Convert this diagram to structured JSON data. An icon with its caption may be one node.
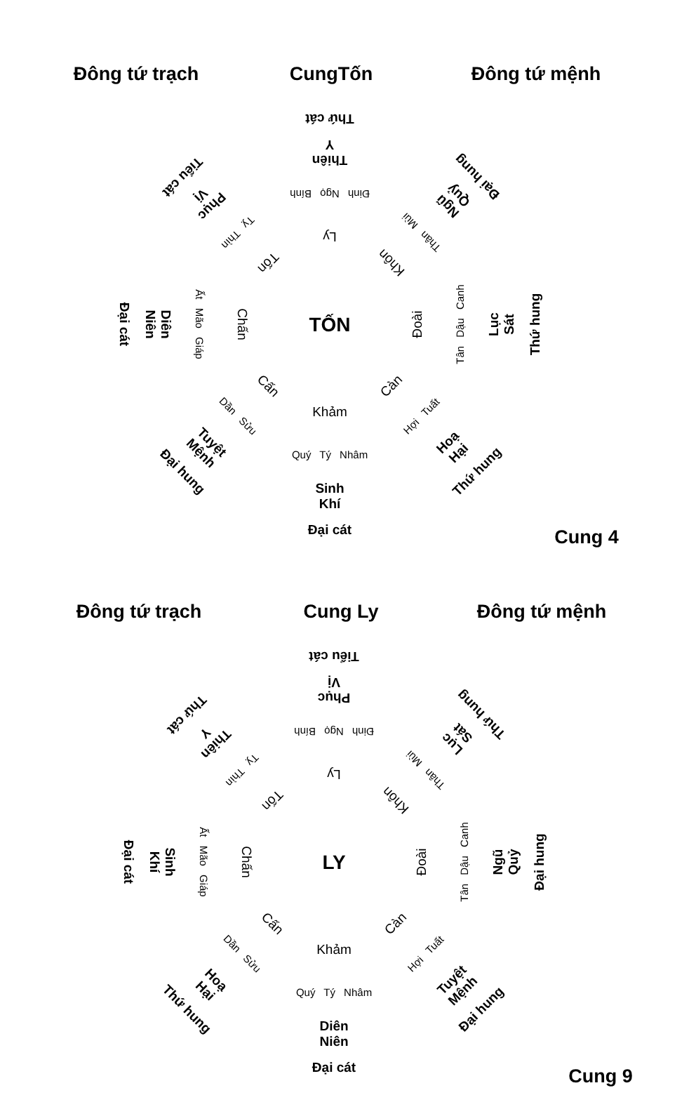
{
  "diagram": {
    "labels": [
      "Đông tứ trạch",
      "CungTốn",
      "Đông tứ mệnh",
      "Ly",
      "Đinh Ngọ Bính",
      "Thiên Y",
      "Thứ cát",
      "Khôn",
      "Thân Mùi",
      "Ngũ Quỷ",
      "Đại hung",
      "Đoài",
      "Tân Dậu Canh",
      "Lục Sát",
      "Thứ hung",
      "Càn",
      "Hợi Tuất",
      "Hoạ Hại",
      "Thứ hung",
      "Khảm",
      "Quý Tý Nhâm",
      "Sinh Khí",
      "Đại cát",
      "Cấn",
      "Dần Sửu",
      "Tuyệt Mệnh",
      "Đại hung",
      "Chấn",
      "Ất Mão Giáp",
      "Diên Niên",
      "Đại cát",
      "Tốn",
      "Tỵ Thìn",
      "Phục Vị",
      "Tiểu cát",
      "TỐN",
      "Cung 4",
      "Đông tứ trạch",
      "Cung Ly",
      "Đông tứ mệnh",
      "Ly",
      "Đinh Ngọ Bính",
      "Phục Vị",
      "Tiểu cát",
      "Khôn",
      "Thân Mùi",
      "Lục Sát",
      "Thứ hung",
      "Đoài",
      "Tân Dậu Canh",
      "Ngũ Quỷ",
      "Đại hung",
      "Càn",
      "Hợi Tuất",
      "Tuyệt Mệnh",
      "Đại hung",
      "Khảm",
      "Quý Tý Nhâm",
      "Diên Niên",
      "Đại cát",
      "Cấn",
      "Dần Sửu",
      "Hoạ Hại",
      "Thứ hung",
      "Chấn",
      "Ất Mão Giáp",
      "Sinh Khí",
      "Đại cát",
      "Tốn",
      "Tỵ Thìn",
      "Thiên Y",
      "Thứ cát",
      "LY",
      "Cung 9"
    ]
  }
}
